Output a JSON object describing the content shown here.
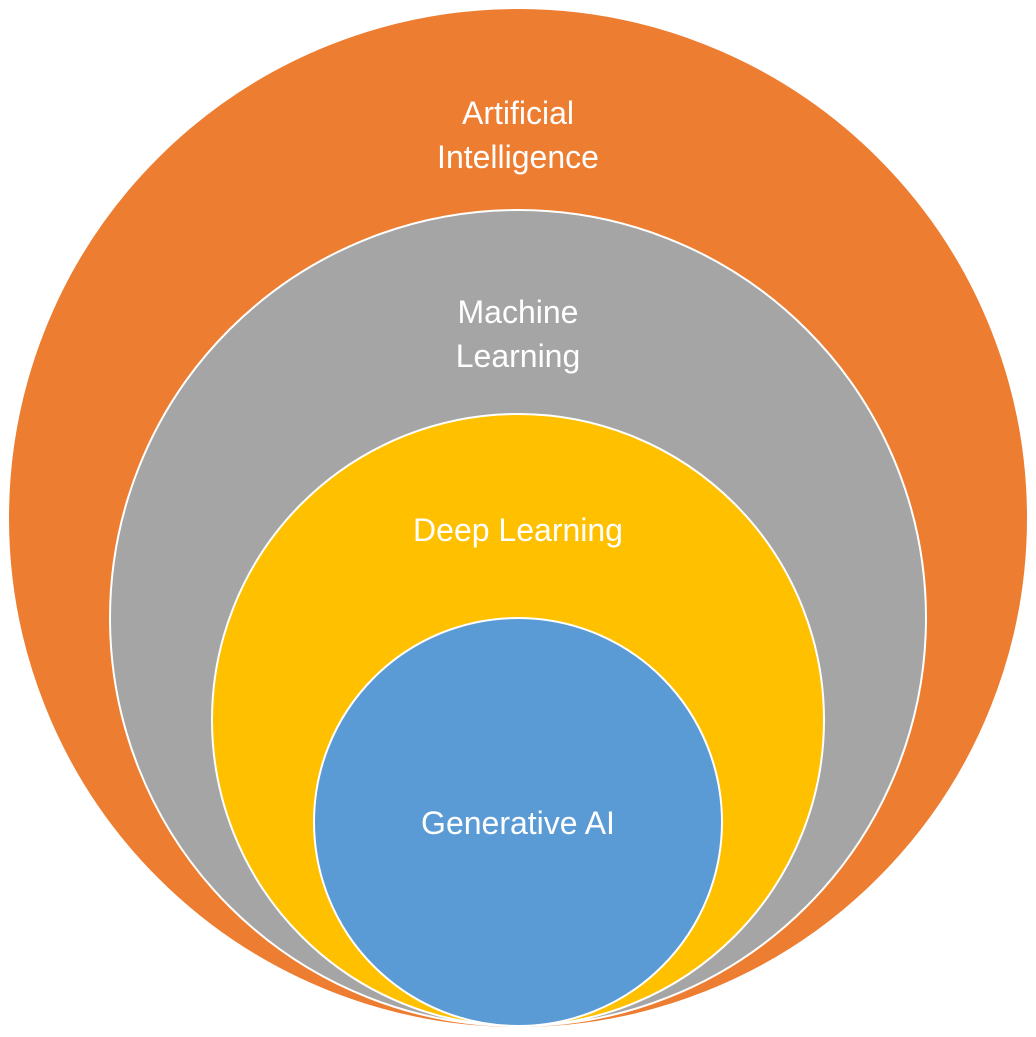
{
  "diagram": {
    "type": "nested-circles",
    "layers": [
      {
        "label_lines": [
          "Artificial",
          "Intelligence"
        ],
        "color": "#ED7D31"
      },
      {
        "label_lines": [
          "Machine",
          "Learning"
        ],
        "color": "#A5A5A5"
      },
      {
        "label_lines": [
          "Deep Learning"
        ],
        "color": "#FFC000"
      },
      {
        "label_lines": [
          "Generative AI"
        ],
        "color": "#5B9BD5"
      }
    ],
    "outline_color": "#FFFFFF"
  }
}
